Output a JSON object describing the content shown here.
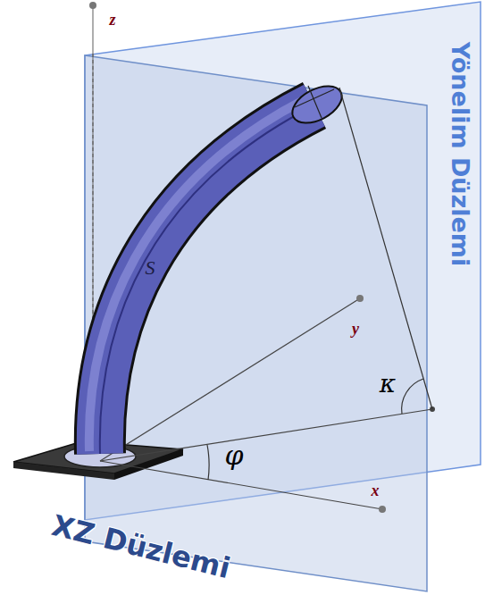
{
  "diagram": {
    "labels": [
      "z",
      "y",
      "x",
      "S",
      "κ",
      "φ",
      "XZ Düzlemi",
      "Yönelim Düzlemi"
    ]
  }
}
